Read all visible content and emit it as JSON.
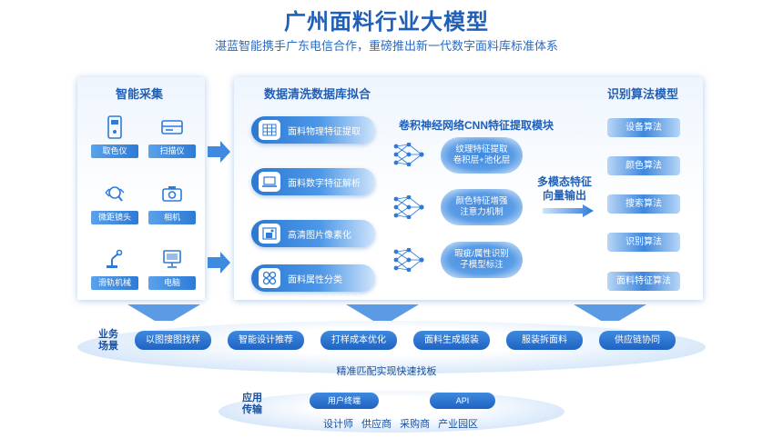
{
  "header": {
    "title": "广州面料行业大模型",
    "subtitle": "湛蓝智能携手广东电信合作，重磅推出新一代数字面料库标准体系"
  },
  "collection": {
    "title": "智能采集",
    "devices": [
      {
        "label": "取色仪",
        "icon": "color-meter-icon"
      },
      {
        "label": "扫描仪",
        "icon": "scanner-icon"
      },
      {
        "label": "微距镜头",
        "icon": "macro-lens-icon"
      },
      {
        "label": "相机",
        "icon": "camera-icon"
      },
      {
        "label": "滑轨机械",
        "icon": "robot-arm-icon"
      },
      {
        "label": "电脑",
        "icon": "computer-icon"
      }
    ]
  },
  "cleaning": {
    "title": "数据清洗数据库拟合",
    "items": [
      {
        "label": "面料物理特征提取",
        "icon": "grid-icon"
      },
      {
        "label": "面料数字特征解析",
        "icon": "laptop-icon"
      },
      {
        "label": "高清图片像素化",
        "icon": "image-icon"
      },
      {
        "label": "面料属性分类",
        "icon": "category-icon"
      }
    ]
  },
  "cnn": {
    "title": "卷积神经网络CNN特征提取模块",
    "modules": [
      {
        "line1": "纹理特征提取",
        "line2": "卷积层+池化层"
      },
      {
        "line1": "颜色特征增强",
        "line2": "注意力机制"
      },
      {
        "line1": "瑕疵/属性识别",
        "line2": "子模型标注"
      }
    ],
    "output_line1": "多模态特征",
    "output_line2": "向量输出"
  },
  "algorithms": {
    "title": "识别算法模型",
    "items": [
      "设备算法",
      "颜色算法",
      "搜索算法",
      "识别算法",
      "面料特征算法"
    ]
  },
  "business": {
    "label_line1": "业务",
    "label_line2": "场景",
    "tags": [
      "以图搜图找样",
      "智能设计推荐",
      "打样成本优化",
      "面料生成服装",
      "服装拆面料",
      "供应链协同"
    ],
    "band_label": "精准匹配实现快速找板"
  },
  "application": {
    "label_line1": "应用",
    "label_line2": "传输",
    "tags": [
      "用户终端",
      "API"
    ],
    "roles": "设计师 供应商 采购商 产业园区"
  },
  "colors": {
    "primary": "#1f5fb8",
    "accent": "#3f89de",
    "light": "#d6e7fa"
  }
}
